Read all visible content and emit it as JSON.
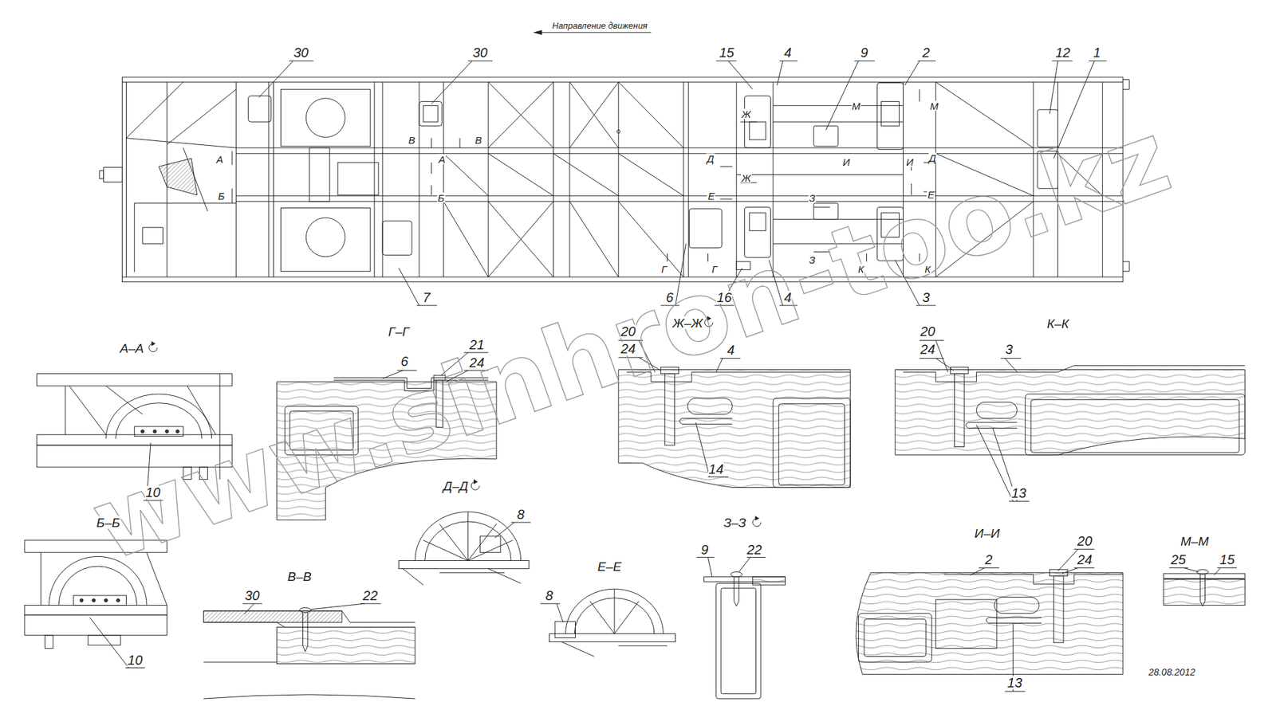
{
  "diagram": {
    "labels": [
      "Направление движения",
      "30",
      "30",
      "15",
      "4",
      "9",
      "2",
      "12",
      "1",
      "7",
      "6",
      "16",
      "4",
      "3",
      "А",
      "Б",
      "В",
      "В",
      "А",
      "Б",
      "Ж",
      "Ж",
      "Д",
      "Д",
      "Е",
      "Е",
      "М",
      "М",
      "И",
      "И",
      "З",
      "З",
      "Г",
      "Г",
      "К",
      "К",
      "А–А",
      "Г–Г",
      "Ж–Ж",
      "К–К",
      "Д–Д",
      "Б–Б",
      "В–В",
      "Е–Е",
      "З–З",
      "И–И",
      "М–М",
      "6",
      "21",
      "24",
      "20",
      "24",
      "4",
      "14",
      "20",
      "24",
      "3",
      "13",
      "10",
      "10",
      "8",
      "30",
      "22",
      "8",
      "9",
      "22",
      "2",
      "20",
      "24",
      "13",
      "25",
      "15",
      "28.08.2012",
      "www.sinhron-too.kz"
    ]
  }
}
